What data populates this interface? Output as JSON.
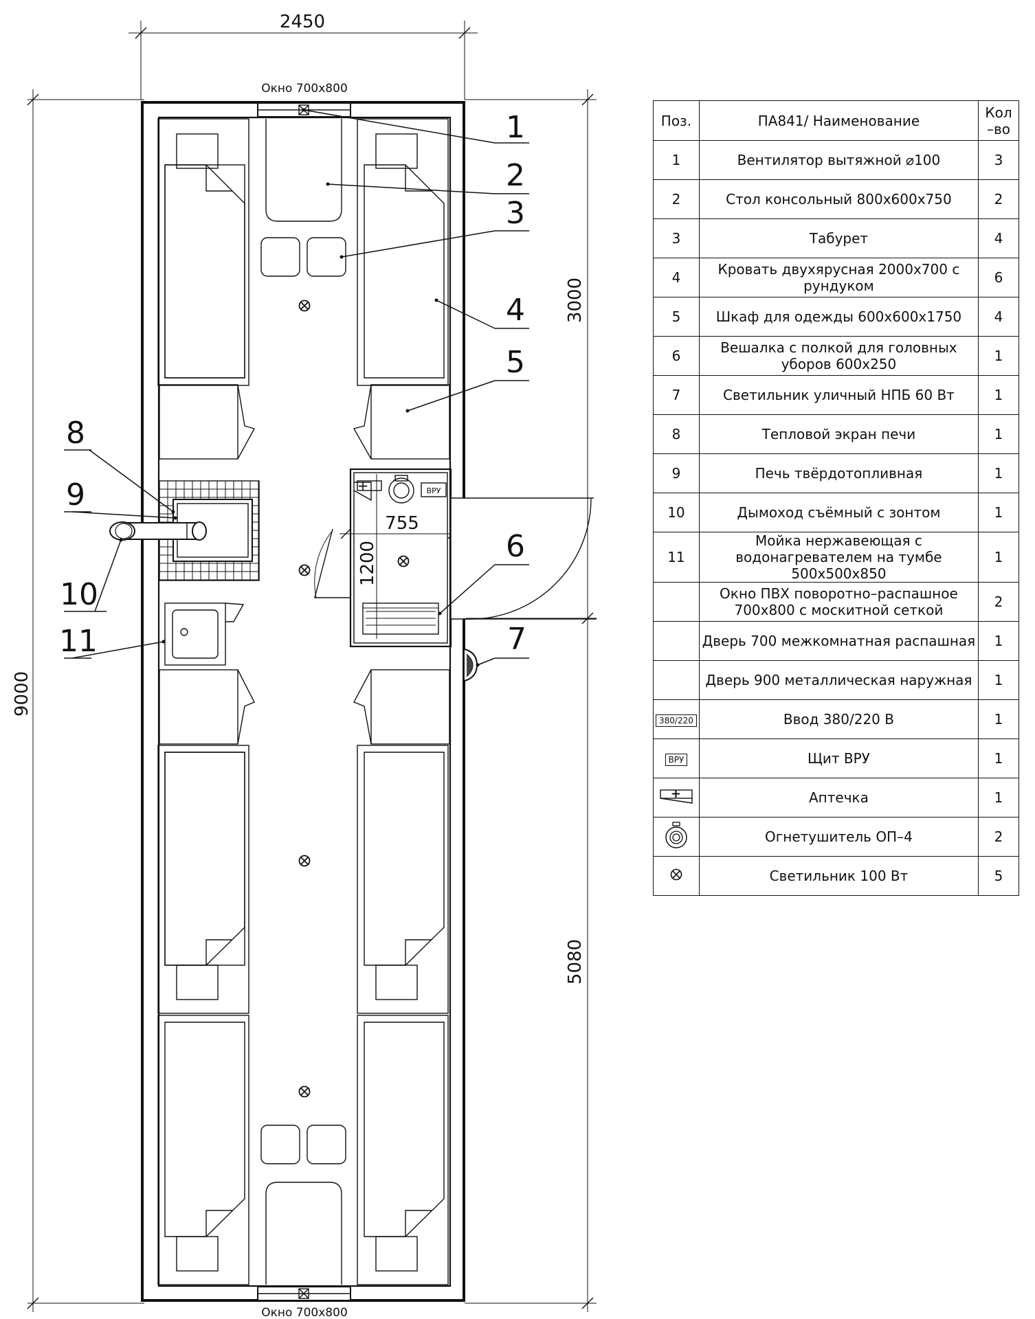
{
  "dimensions": {
    "width_overall": "2450",
    "length_overall": "9000",
    "segment_top": "3000",
    "segment_bottom": "5080",
    "inner_width": "755",
    "inner_length": "1200"
  },
  "window_labels": {
    "top": "Окно 700х800",
    "bottom": "Окно 700х800"
  },
  "callouts": [
    "1",
    "2",
    "3",
    "4",
    "5",
    "6",
    "7",
    "8",
    "9",
    "10",
    "11"
  ],
  "room_symbols": {
    "vru_label": "ВРУ",
    "first_aid": "+"
  },
  "table": {
    "headers": {
      "pos": "Поз.",
      "name": "ПА841/ Наименование",
      "qty_line1": "Кол",
      "qty_line2": "–во"
    },
    "rows": [
      {
        "pos": "1",
        "name": "Вентилятор вытяжной ⌀100",
        "qty": "3"
      },
      {
        "pos": "2",
        "name": "Стол консольный 800х600х750",
        "qty": "2"
      },
      {
        "pos": "3",
        "name": "Табурет",
        "qty": "4"
      },
      {
        "pos": "4",
        "name": "Кровать двухярусная 2000х700 с рундуком",
        "qty": "6"
      },
      {
        "pos": "5",
        "name": "Шкаф для одежды 600х600х1750",
        "qty": "4"
      },
      {
        "pos": "6",
        "name": "Вешалка с полкой для головных уборов 600х250",
        "qty": "1"
      },
      {
        "pos": "7",
        "name": "Светильник уличный НПБ 60 Вт",
        "qty": "1"
      },
      {
        "pos": "8",
        "name": "Тепловой экран печи",
        "qty": "1"
      },
      {
        "pos": "9",
        "name": "Печь твёрдотопливная",
        "qty": "1"
      },
      {
        "pos": "10",
        "name": "Дымоход съёмный с зонтом",
        "qty": "1"
      },
      {
        "pos": "11",
        "name": "Мойка нержавеющая с водонагревателем на тумбе 500х500х850",
        "qty": "1"
      },
      {
        "pos": "",
        "name": "Окно ПВХ поворотно–распашное 700х800 с москитной сеткой",
        "qty": "2"
      },
      {
        "pos": "",
        "name": "Дверь 700 межкомнатная распашная",
        "qty": "1"
      },
      {
        "pos": "",
        "name": "Дверь 900 металлическая наружная",
        "qty": "1"
      },
      {
        "pos": "380/220",
        "name": "Ввод 380/220 В",
        "qty": "1"
      },
      {
        "pos": "ВРУ",
        "name": "Щит ВРУ",
        "qty": "1"
      },
      {
        "pos": "+",
        "name": "Аптечка",
        "qty": "1"
      },
      {
        "pos": "extinguisher-icon",
        "name": "Огнетушитель ОП–4",
        "qty": "2"
      },
      {
        "pos": "lamp-icon",
        "name": "Светильник 100 Вт",
        "qty": "5"
      }
    ]
  }
}
